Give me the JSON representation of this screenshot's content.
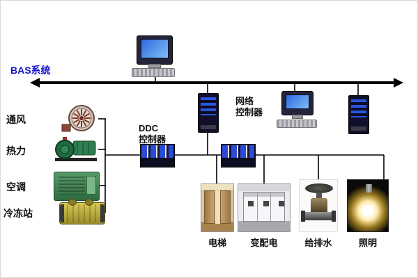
{
  "bus": {
    "label": "BAS系统"
  },
  "controllers": {
    "network_label": "网络\n控制器",
    "ddc_label": "DDC\n控制器"
  },
  "left_systems": [
    {
      "label": "通风"
    },
    {
      "label": "热力"
    },
    {
      "label": "空调"
    },
    {
      "label": "冷冻站"
    }
  ],
  "subsystems": [
    {
      "label": "电梯"
    },
    {
      "label": "变配电"
    },
    {
      "label": "给排水"
    },
    {
      "label": "照明"
    }
  ],
  "colors": {
    "bus_label_blue": "#1414cc",
    "connector_line": "#000000",
    "controller_module_blue": "#2b4bd8",
    "screen_blue": "#2a6ae0"
  }
}
